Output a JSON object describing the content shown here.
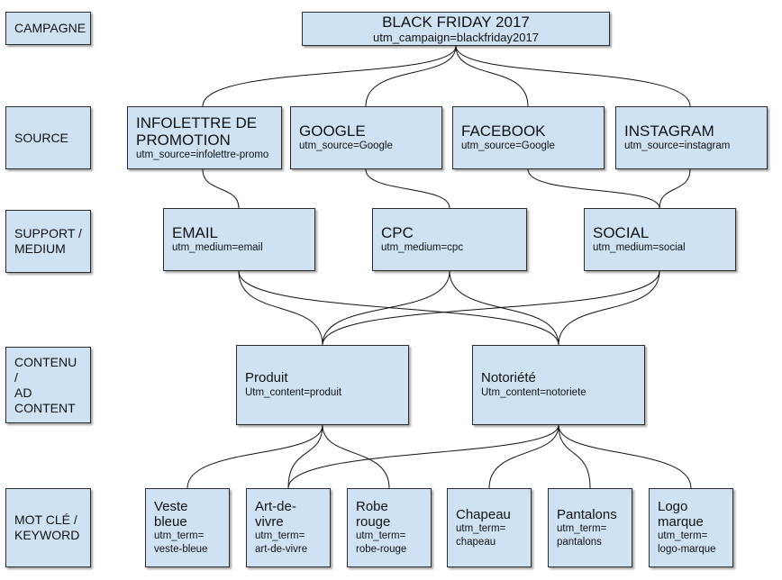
{
  "levels": {
    "campagne": "CAMPAGNE",
    "source": "SOURCE",
    "support_line1": "SUPPORT /",
    "support_line2": "MEDIUM",
    "contenu_line1": "CONTENU /",
    "contenu_line2": "AD",
    "contenu_line3": "CONTENT",
    "keyword_line1": "MOT CLÉ /",
    "keyword_line2": "KEYWORD"
  },
  "campaign": {
    "title": "BLACK FRIDAY 2017",
    "param": "utm_campaign=blackfriday2017"
  },
  "sources": [
    {
      "title_line1": "INFOLETTRE DE",
      "title_line2": "PROMOTION",
      "param": "utm_source=infolettre-promo"
    },
    {
      "title": "GOOGLE",
      "param": "utm_source=Google"
    },
    {
      "title": "FACEBOOK",
      "param": "utm_source=Google"
    },
    {
      "title": "INSTAGRAM",
      "param": "utm_source=instagram"
    }
  ],
  "mediums": [
    {
      "title": "EMAIL",
      "param": "utm_medium=email"
    },
    {
      "title": "CPC",
      "param": "utm_medium=cpc"
    },
    {
      "title": "SOCIAL",
      "param": "utm_medium=social"
    }
  ],
  "contents": [
    {
      "title": "Produit",
      "param": "Utm_content=produit"
    },
    {
      "title": "Notoriété",
      "param": "Utm_content=notoriete"
    }
  ],
  "keywords": [
    {
      "title": "Veste bleue",
      "param_line1": "utm_term=",
      "param_line2": "veste-bleue"
    },
    {
      "title": "Art-de-vivre",
      "param_line1": "utm_term=",
      "param_line2": "art-de-vivre"
    },
    {
      "title": "Robe rouge",
      "param_line1": "utm_term=",
      "param_line2": "robe-rouge"
    },
    {
      "title": "Chapeau",
      "param_line1": "utm_term=",
      "param_line2": "chapeau"
    },
    {
      "title": "Pantalons",
      "param_line1": "utm_term=",
      "param_line2": "pantalons"
    },
    {
      "title_line1": "Logo",
      "title_line2": "marque",
      "param_line1": "utm_term=",
      "param_line2": "logo-marque"
    }
  ]
}
